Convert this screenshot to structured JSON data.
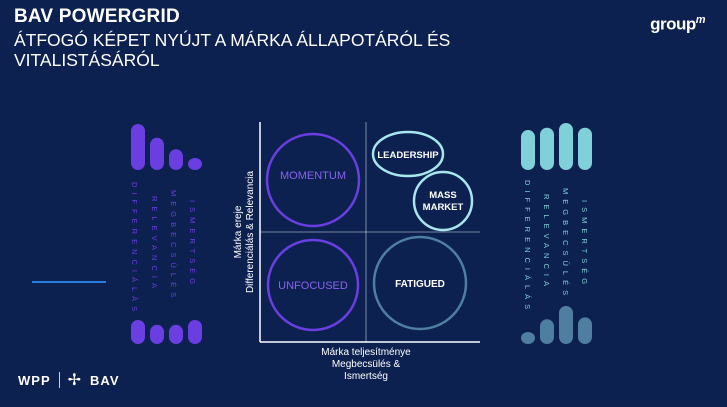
{
  "header": {
    "title": "BAV POWERGRID",
    "subtitle": "ÁTFOGÓ KÉPET NYÚJT A MÁRKA ÁLLAPOTÁRÓL ÉS VITALISTÁSÁRÓL",
    "brand": "group",
    "brand_suffix": "m"
  },
  "footer": {
    "wpp": "WPP",
    "bav": "BAV"
  },
  "colors": {
    "background": "#0c2150",
    "purple": "#6a3ee0",
    "teal": "#7fd0d8",
    "slate": "#4e7fa0",
    "accent_line": "#2c7de0"
  },
  "left_panel": {
    "labels": [
      "DIFFERENCIÁLÁS",
      "RELEVANCIA",
      "MEGBECSÜLÉS",
      "ISMERTSÉG"
    ],
    "top_bar_levels": [
      1.0,
      0.7,
      0.45,
      0.2
    ],
    "bottom_bar_levels": [
      1.0,
      0.8,
      0.8,
      1.0
    ]
  },
  "right_panel": {
    "labels": [
      "DIFFERENCIÁLÁS",
      "RELEVANCIA",
      "MEGBECSÜLÉS",
      "ISMERTSÉG"
    ],
    "top_bar_levels": [
      0.85,
      0.9,
      1.0,
      0.9
    ],
    "bottom_bar_levels": [
      0.2,
      0.65,
      1.0,
      0.7
    ]
  },
  "quadrants": {
    "momentum": "MOMENTUM",
    "leadership": "LEADERSHIP",
    "mass_market_line1": "MASS",
    "mass_market_line2": "MARKET",
    "unfocused": "UNFOCUSED",
    "fatigued": "FATIGUED"
  },
  "axes": {
    "y_line1": "Márka ereje",
    "y_line2": "Differenciálás & Relevancia",
    "x_line1": "Márka teljesítménye",
    "x_line2": "Megbecsülés &",
    "x_line3": "Ismertség"
  }
}
